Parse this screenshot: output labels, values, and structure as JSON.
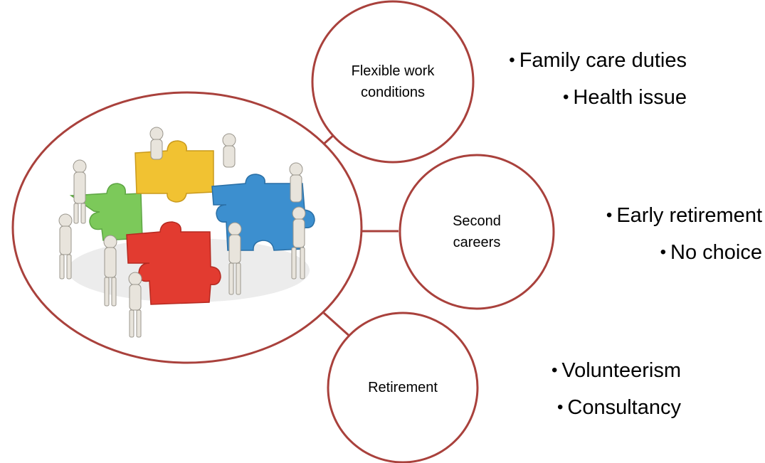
{
  "colors": {
    "outline": "#a9413c",
    "connector": "#a9413c",
    "text": "#000000",
    "background": "#ffffff",
    "puzzle_green": "#7cc95a",
    "puzzle_yellow": "#f1c232",
    "puzzle_blue": "#3c8fcf",
    "puzzle_red": "#e23b30",
    "figure_color": "#e8e4dc"
  },
  "hub": {
    "image": "puzzle-team-illustration-icon"
  },
  "branches": [
    {
      "label": "Flexible work\nconditions",
      "items": [
        "Family care duties",
        "Health issue"
      ]
    },
    {
      "label": "Second\ncareers",
      "items": [
        "Early retirement",
        "No choice"
      ]
    },
    {
      "label": "Retirement",
      "items": [
        "Volunteerism",
        "Consultancy"
      ]
    }
  ]
}
